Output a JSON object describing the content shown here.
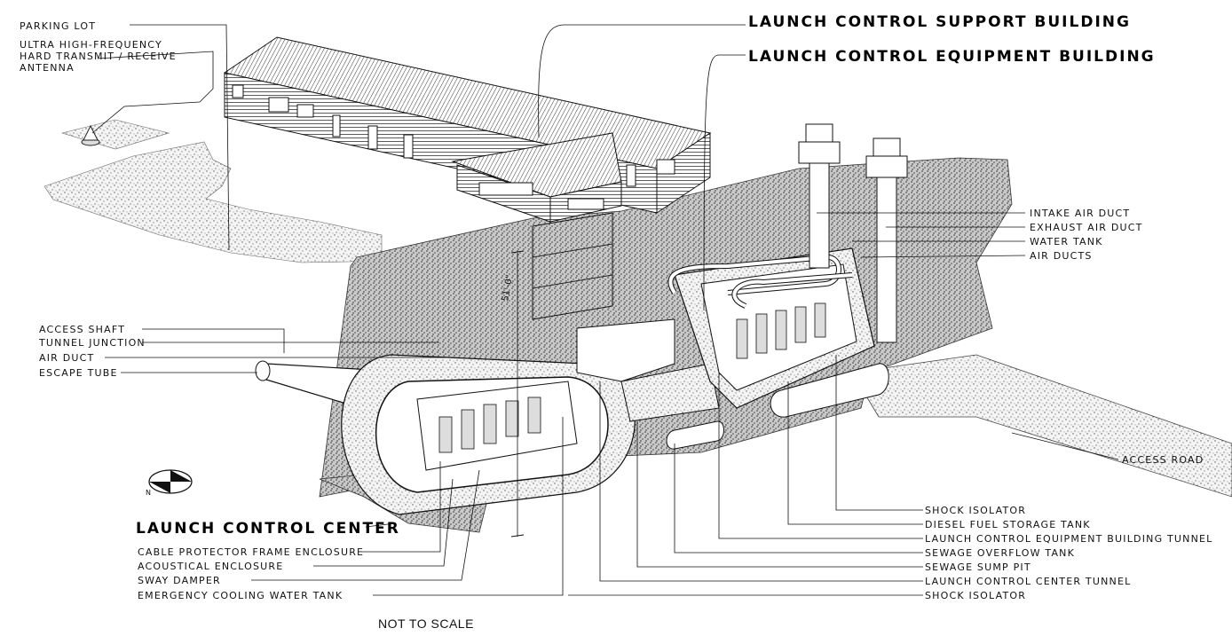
{
  "titles": {
    "support_building": "LAUNCH CONTROL SUPPORT BUILDING",
    "equipment_building": "LAUNCH CONTROL EQUIPMENT BUILDING",
    "launch_control_center": "LAUNCH CONTROL CENTER"
  },
  "labels_left_top": {
    "parking_lot": "PARKING LOT",
    "antenna_1": "ULTRA HIGH-FREQUENCY",
    "antenna_2": "HARD TRANSMIT / RECEIVE",
    "antenna_3": "ANTENNA"
  },
  "labels_left_mid": {
    "access_shaft": "ACCESS SHAFT",
    "tunnel_junction": "TUNNEL JUNCTION",
    "air_duct": "AIR DUCT",
    "escape_tube": "ESCAPE TUBE"
  },
  "labels_right_top": {
    "intake_air_duct": "INTAKE AIR DUCT",
    "exhaust_air_duct": "EXHAUST AIR DUCT",
    "water_tank": "WATER TANK",
    "air_ducts": "AIR DUCTS"
  },
  "access_road": "ACCESS ROAD",
  "labels_left_bottom": {
    "cable_protector": "CABLE PROTECTOR FRAME ENCLOSURE",
    "acoustical": "ACOUSTICAL ENCLOSURE",
    "sway_damper": "SWAY DAMPER",
    "cooling_tank": "EMERGENCY COOLING WATER TANK"
  },
  "labels_right_bottom": {
    "shock_isolator_1": "SHOCK ISOLATOR",
    "diesel_tank": "DIESEL FUEL STORAGE TANK",
    "lceb_tunnel": "LAUNCH CONTROL EQUIPMENT BUILDING TUNNEL",
    "sewage_overflow": "SEWAGE OVERFLOW TANK",
    "sewage_sump": "SEWAGE SUMP PIT",
    "lcc_tunnel": "LAUNCH CONTROL CENTER TUNNEL",
    "shock_isolator_2": "SHOCK ISOLATOR"
  },
  "dimension": "51'-0\"",
  "compass_letter": "N",
  "not_to_scale": "NOT TO SCALE"
}
